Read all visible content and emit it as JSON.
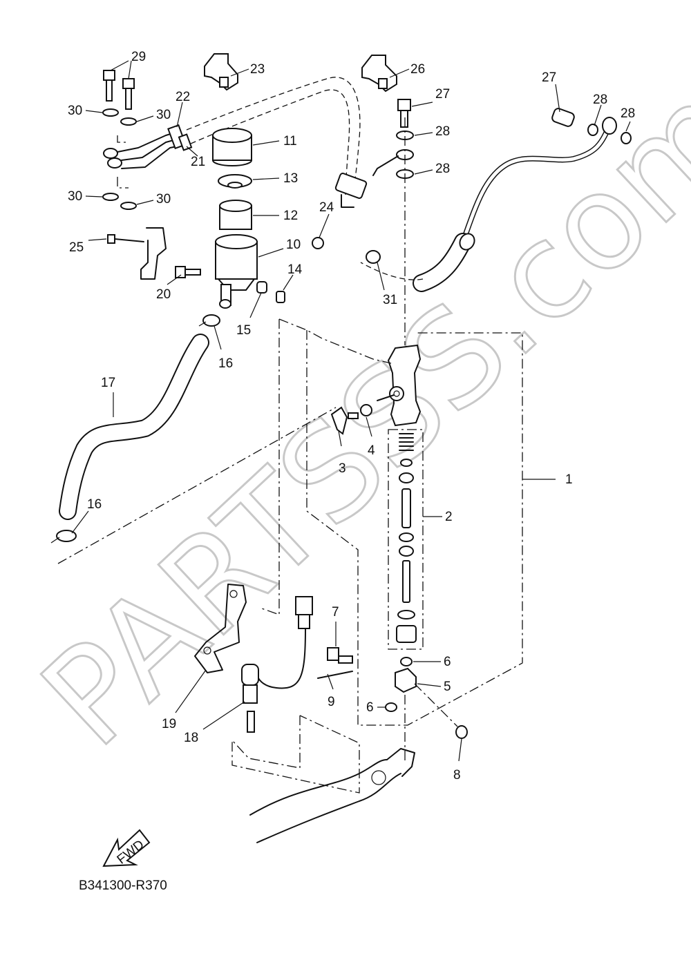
{
  "diagram": {
    "code": "B341300-R370",
    "fwd_label": "FWD",
    "watermark": "PARTSSS.com",
    "callouts": [
      {
        "num": "29"
      },
      {
        "num": "23"
      },
      {
        "num": "26"
      },
      {
        "num": "27"
      },
      {
        "num": "22"
      },
      {
        "num": "30"
      },
      {
        "num": "30"
      },
      {
        "num": "27"
      },
      {
        "num": "28"
      },
      {
        "num": "28"
      },
      {
        "num": "11"
      },
      {
        "num": "28"
      },
      {
        "num": "28"
      },
      {
        "num": "21"
      },
      {
        "num": "13"
      },
      {
        "num": "30"
      },
      {
        "num": "30"
      },
      {
        "num": "12"
      },
      {
        "num": "24"
      },
      {
        "num": "25"
      },
      {
        "num": "10"
      },
      {
        "num": "14"
      },
      {
        "num": "20"
      },
      {
        "num": "15"
      },
      {
        "num": "31"
      },
      {
        "num": "16"
      },
      {
        "num": "17"
      },
      {
        "num": "3"
      },
      {
        "num": "4"
      },
      {
        "num": "1"
      },
      {
        "num": "16"
      },
      {
        "num": "2"
      },
      {
        "num": "7"
      },
      {
        "num": "6"
      },
      {
        "num": "5"
      },
      {
        "num": "9"
      },
      {
        "num": "6"
      },
      {
        "num": "19"
      },
      {
        "num": "18"
      },
      {
        "num": "8"
      }
    ]
  }
}
